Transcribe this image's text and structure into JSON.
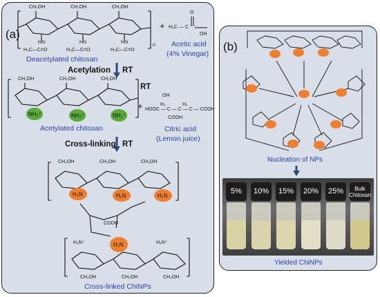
{
  "panel_a": {
    "label": "(a)",
    "plus": "+",
    "deacetylated_chitosan": "Deacetylated chitosan",
    "acetic_acid": "Acetic acid",
    "acetic_acid_sub": "(4% Vinegar)",
    "acetylation": "Acetylation",
    "rt": "RT",
    "acetylated_chitosan": "Acetylated chitosan",
    "citric_acid": "Citric acid",
    "citric_acid_sub": "(Lemon juice)",
    "cross_linking": "Cross-linking",
    "cross_linked": "Cross-linked ChiNPs",
    "ch2oh": "CH₂OH",
    "oh": "OH",
    "hn": "HN",
    "acetyl_group": "H₃C—C=O",
    "n_subscript": "n",
    "nh3": "NH₃⁺",
    "h2n": "H₂N",
    "cooh": "COOH",
    "h3n_plus": "H₃N⁺",
    "acetic_formula": "H₃C — C",
    "acetic_o": "O",
    "acetic_oh": "OH",
    "citric_formula": "HOOC — C — C — C — COOH",
    "citric_h2": "H₂"
  },
  "panel_b": {
    "label": "(b)",
    "nucleation": "Nucleation of NPs",
    "yielded": "Yielded ChiNPs",
    "vials": [
      {
        "label": "5%",
        "liquid": "#d9d2a4"
      },
      {
        "label": "10%",
        "liquid": "#d8d4ad"
      },
      {
        "label": "15%",
        "liquid": "#dcd6ae"
      },
      {
        "label": "20%",
        "liquid": "#e2dfc6"
      },
      {
        "label": "25%",
        "liquid": "#dedcc8"
      },
      {
        "label": "Bulk Chitosan",
        "liquid": "#d4c98d"
      }
    ]
  },
  "colors": {
    "panel_bg": "#d9dfe9",
    "label_blue": "#2a3fb2",
    "amine_green": "#5aaa3c",
    "amine_orange": "#ef7f2f",
    "arrow": "#2c4a7a"
  }
}
